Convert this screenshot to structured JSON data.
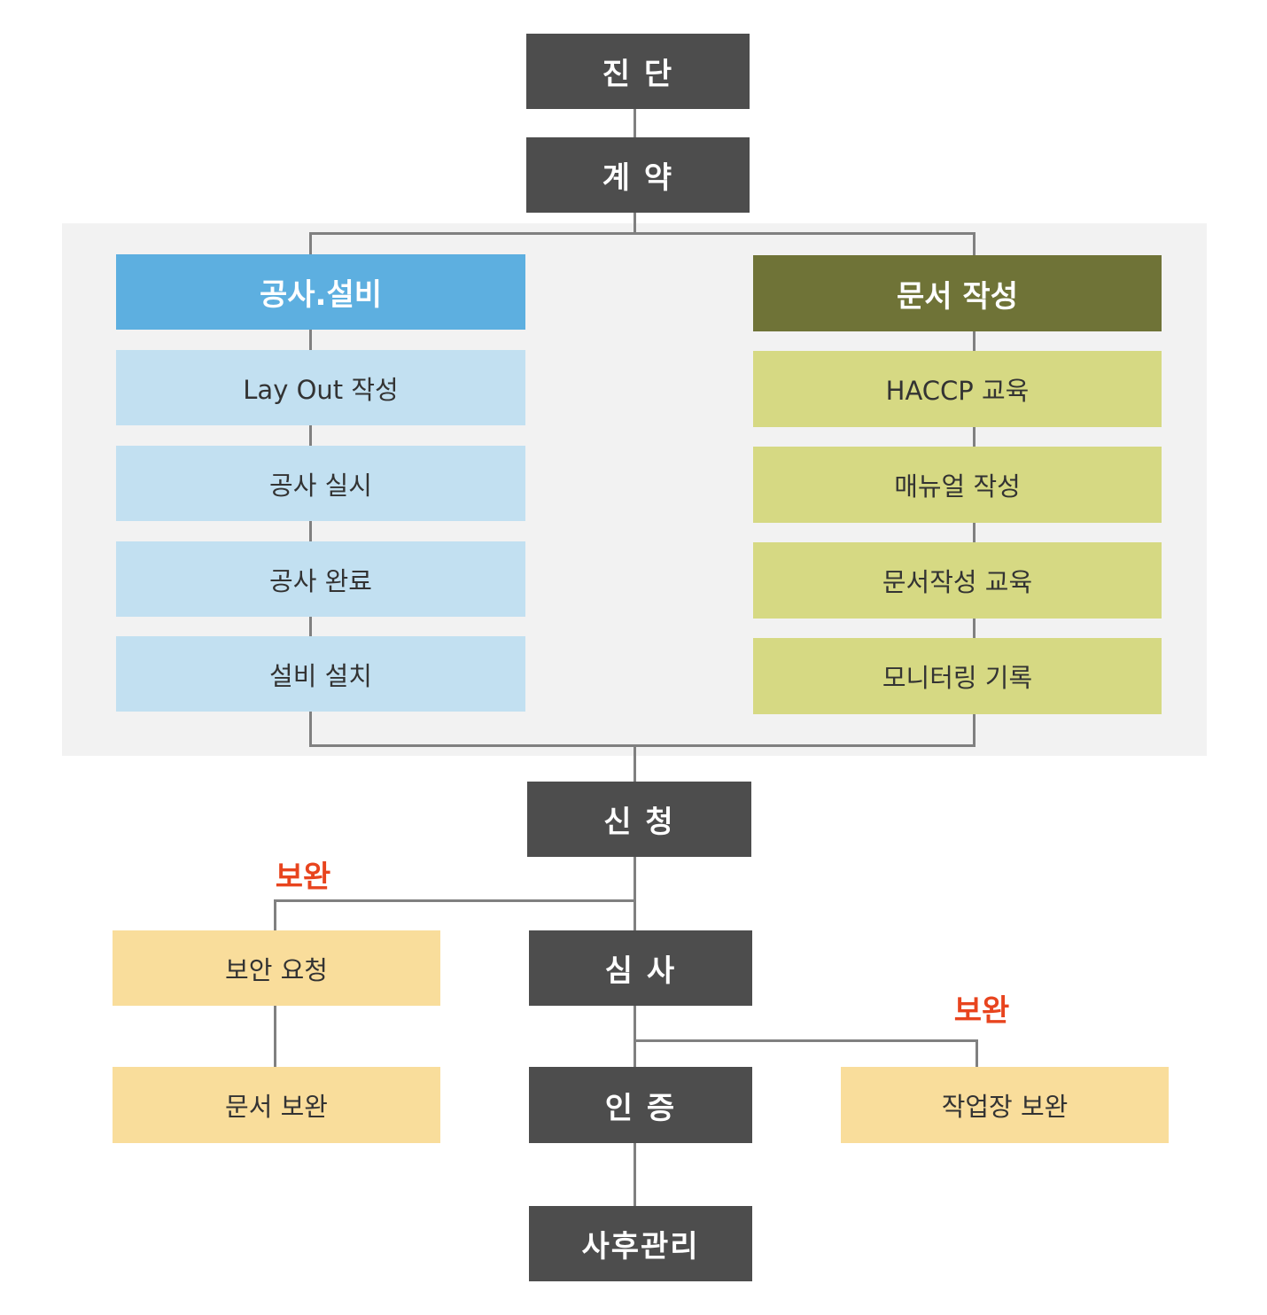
{
  "colors": {
    "main_step": "#4d4d4d",
    "construction_header": "#5dafe0",
    "construction_item": "#c2e0f1",
    "document_header": "#6f7337",
    "document_item": "#d6d983",
    "supplement_item": "#f9dd9b",
    "supplement_label": "#e8441e",
    "connector": "#808080"
  },
  "main_steps": {
    "diagnosis": "진 단",
    "contract": "계 약",
    "application": "신 청",
    "review": "심 사",
    "certification": "인 증",
    "follow_up": "사후관리"
  },
  "construction": {
    "header": "공사.설비",
    "items": [
      "Lay Out 작성",
      "공사 실시",
      "공사 완료",
      "설비 설치"
    ]
  },
  "documentation": {
    "header": "문서 작성",
    "items": [
      "HACCP 교육",
      "매뉴얼 작성",
      "문서작성 교육",
      "모니터링 기록"
    ]
  },
  "supplement": {
    "left_label": "보완",
    "left_items": [
      "보안 요청",
      "문서 보완"
    ],
    "right_label": "보완",
    "right_item": "작업장 보완"
  }
}
